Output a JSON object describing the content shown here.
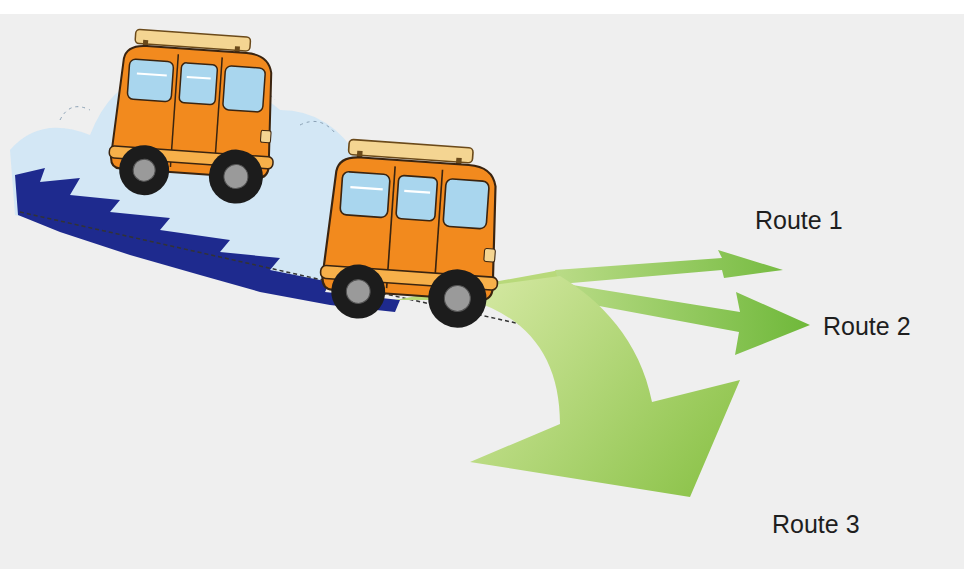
{
  "diagram": {
    "labels": [
      "Route 1",
      "Route 2",
      "Route 3"
    ]
  }
}
